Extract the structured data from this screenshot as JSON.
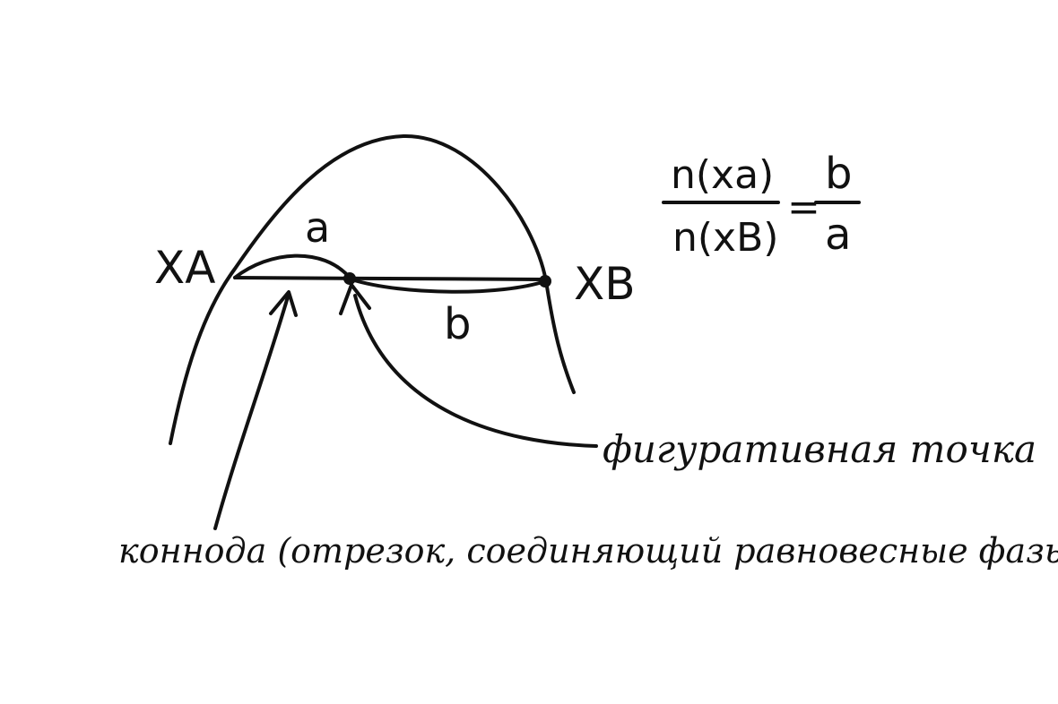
{
  "diagram": {
    "label_xa": "XA",
    "label_xb": "XB",
    "label_a": "a",
    "label_b": "b",
    "formula_num": "n(xa)",
    "formula_den": "n(xB)",
    "formula_rhs_num": "b",
    "formula_rhs_den": "a",
    "formula_eq": "=",
    "label_point": "фигуративная точка",
    "label_tieline": "коннода (отрезок, соединяющий равновесные фазы)"
  },
  "colors": {
    "ink": "#111111",
    "background": "#ffffff"
  }
}
